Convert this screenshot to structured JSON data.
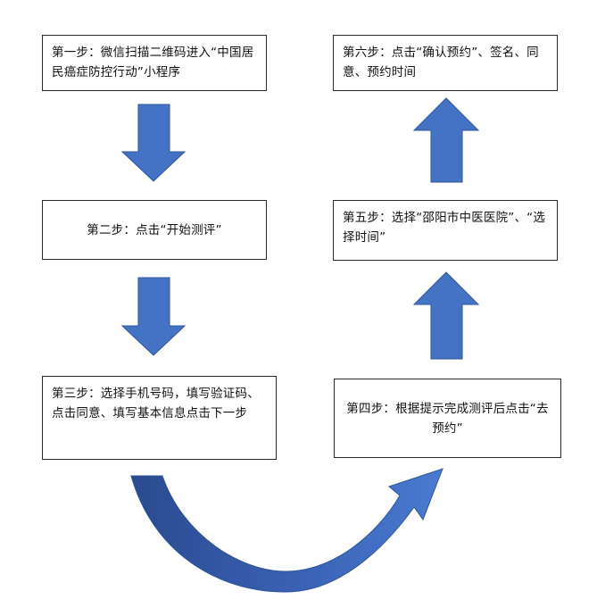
{
  "steps": {
    "step1": "第一步：微信扫描二维码进入“中国居民癌症防控行动”小程序",
    "step2": "第二步：点击“开始测评”",
    "step3": "第三步：选择手机号码，填写验证码、点击同意、填写基本信息点击下一步",
    "step4": "第四步：根据提示完成测评后点击“去预约”",
    "step5": "第五步：选择“邵阳市中医医院”、“选择时间”",
    "step6": "第六步：点击“确认预约”、签名、同意、预约时间"
  },
  "colors": {
    "arrow_fill": "#4472c4",
    "arrow_stroke": "#2f5597",
    "curve_dark": "#2e4e94",
    "border": "#2a2a2a"
  }
}
